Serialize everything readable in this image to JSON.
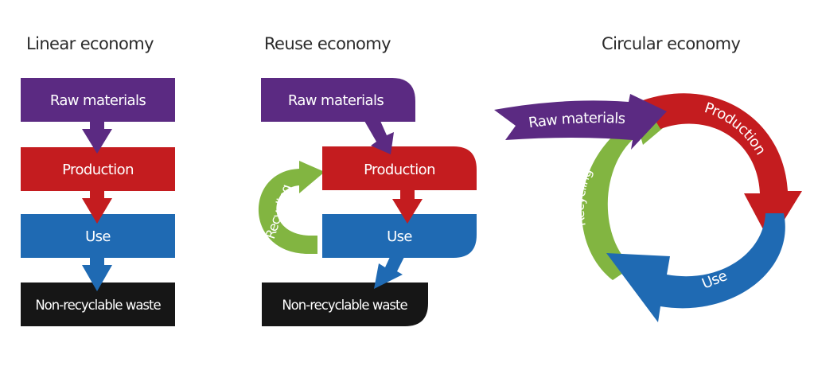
{
  "colors": {
    "raw_materials": "#5b2a82",
    "production": "#c41c1f",
    "use": "#1f6ab3",
    "waste": "#161616",
    "recycling": "#82b541",
    "title_text": "#2b2b2b",
    "label_text": "#ffffff"
  },
  "linear": {
    "title": "Linear economy",
    "steps": [
      {
        "key": "raw_materials",
        "label": "Raw materials"
      },
      {
        "key": "production",
        "label": "Production"
      },
      {
        "key": "use",
        "label": "Use"
      },
      {
        "key": "waste",
        "label": "Non-recyclable waste"
      }
    ]
  },
  "reuse": {
    "title": "Reuse economy",
    "steps": [
      {
        "key": "raw_materials",
        "label": "Raw materials"
      },
      {
        "key": "production",
        "label": "Production"
      },
      {
        "key": "use",
        "label": "Use"
      },
      {
        "key": "waste",
        "label": "Non-recyclable waste"
      }
    ],
    "loop_label": "Recycling"
  },
  "circular": {
    "title": "Circular economy",
    "input_label": "Raw materials",
    "segments": [
      {
        "key": "production",
        "label": "Production"
      },
      {
        "key": "use",
        "label": "Use"
      },
      {
        "key": "recycling",
        "label": "Recycling"
      }
    ]
  }
}
